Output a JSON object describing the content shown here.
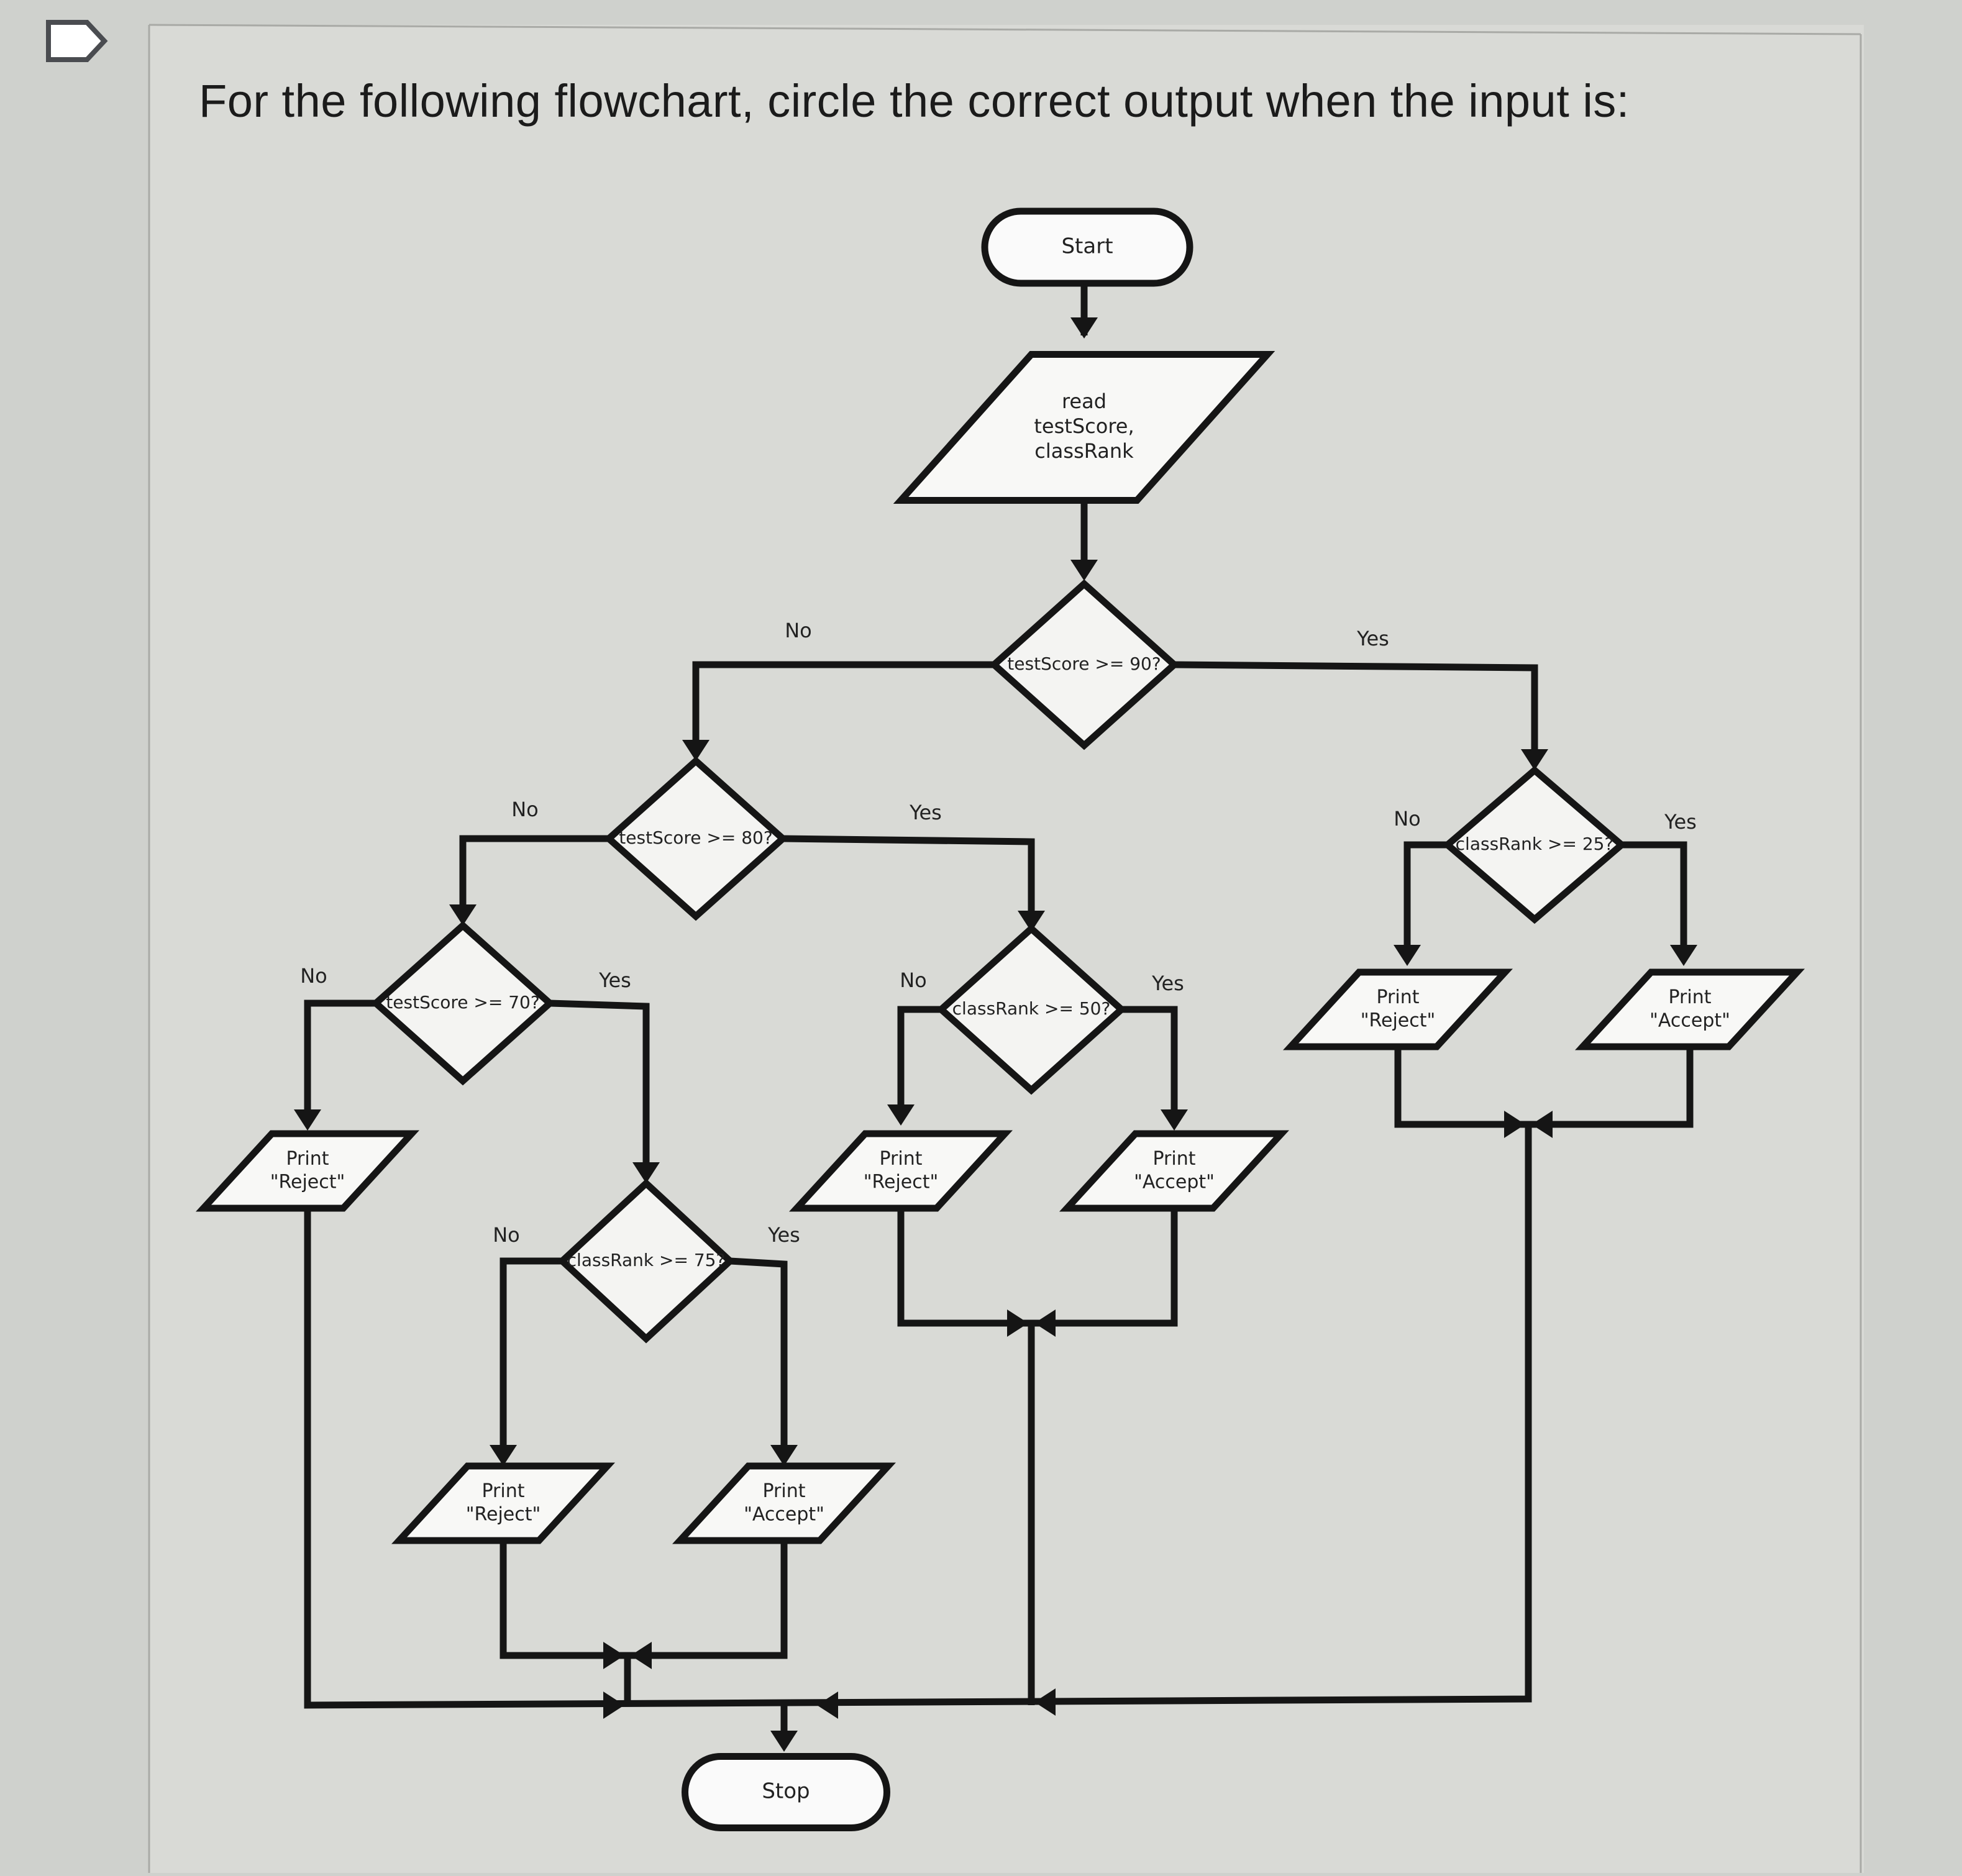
{
  "question": "For the following flowchart, circle the correct output when the input is:",
  "flowchart": {
    "start": "Start",
    "read": [
      "read",
      "testScore,",
      "classRank"
    ],
    "stop": "Stop",
    "decisions": {
      "d90": "testScore >= 90?",
      "d80": "testScore >= 80?",
      "d70": "testScore >= 70?",
      "d75": "classRank >= 75?",
      "d50": "classRank >= 50?",
      "d25": "classRank >= 25?"
    },
    "outputs": {
      "print_label": "Print",
      "reject": "\"Reject\"",
      "accept": "\"Accept\""
    },
    "branch_labels": {
      "no": "No",
      "yes": "Yes"
    }
  }
}
